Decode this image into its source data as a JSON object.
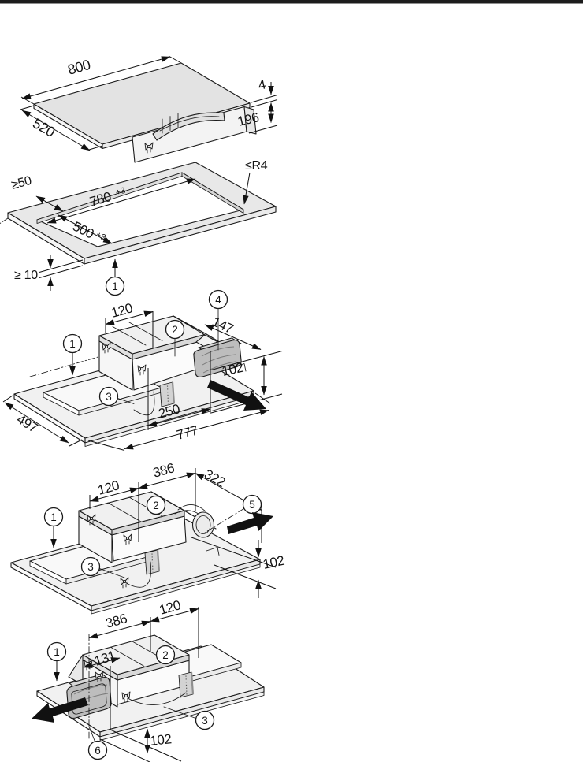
{
  "page": {
    "border_bar_color": "#1c1c1c",
    "background": "#ffffff",
    "line_color": "#1a1a1a"
  },
  "d1": {
    "width": "800",
    "depth": "520",
    "glass_thickness": "4",
    "housing_height": "196"
  },
  "d2": {
    "side_clearance": "≥50",
    "cutout_width": "780",
    "cutout_width_tol": "+3",
    "cutout_depth": "500",
    "cutout_depth_tol": "+3",
    "corner_radius": "≤R4",
    "worktop_thickness": "≥ 10",
    "callout_1": "1"
  },
  "d3": {
    "dim_120": "120",
    "dim_147": "147",
    "dim_102": "102",
    "dim_250": "250",
    "dim_777": "777",
    "dim_497": "497",
    "callout_1": "1",
    "callout_2": "2",
    "callout_3": "3",
    "callout_4": "4"
  },
  "d4": {
    "dim_120": "120",
    "dim_386": "386",
    "dim_322": "322",
    "dim_102": "102",
    "callout_1": "1",
    "callout_2": "2",
    "callout_3": "3",
    "callout_5": "5"
  },
  "d5": {
    "dim_386": "386",
    "dim_120": "120",
    "dim_131": "131",
    "dim_102": "102",
    "callout_1": "1",
    "callout_2": "2",
    "callout_3": "3",
    "callout_6": "6"
  }
}
